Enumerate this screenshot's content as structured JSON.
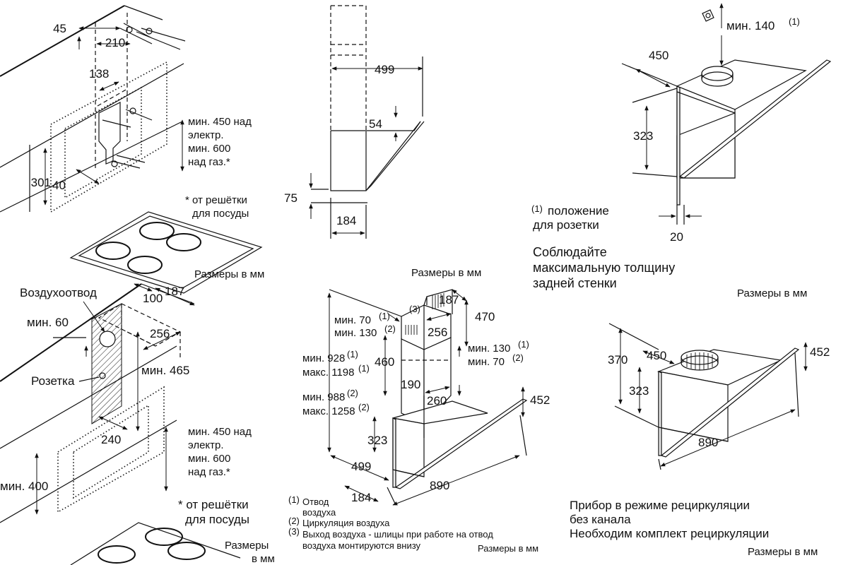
{
  "wall_install": {
    "dims": {
      "d45": "45",
      "d210": "210",
      "d138": "138",
      "d301": "301",
      "d40": "40"
    },
    "note_lines": [
      "мин. 450 над",
      "электр.",
      "мин. 600",
      "над газ.*"
    ],
    "grate_lines": [
      "* от решётки",
      "для посуды"
    ],
    "units": "Размеры в мм"
  },
  "side_view": {
    "dims": {
      "d499": "499",
      "d54": "54",
      "d75": "75",
      "d184": "184"
    },
    "units": "Размеры в мм"
  },
  "top_right": {
    "dims": {
      "d450": "450",
      "d323": "323",
      "d20": "20"
    },
    "socket_min": "мин. 140",
    "socket_sup": "(1)",
    "note_sup": "(1)",
    "note_lines": [
      "положение",
      "для розетки"
    ],
    "advice_lines": [
      "Соблюдайте",
      "максимальную толщину",
      "задней стенки"
    ],
    "units": "Размеры в мм"
  },
  "wall_outlet": {
    "labels": {
      "duct": "Воздухоотвод",
      "socket": "Розетка"
    },
    "dims": {
      "min60": "мин. 60",
      "d100": "100",
      "d187": "187",
      "d256": "256",
      "min465": "мин. 465",
      "d240": "240",
      "min400": "мин. 400"
    },
    "note_lines": [
      "мин. 450 над",
      "электр.",
      "мин. 600",
      "над газ.*"
    ],
    "grate_lines": [
      "* от решётки",
      "для посуды"
    ],
    "units_lines": [
      "Размеры",
      "в мм"
    ]
  },
  "chimney": {
    "dims": {
      "d187": "187",
      "d470": "470",
      "d256": "256",
      "d460": "460",
      "d190": "190",
      "d260": "260",
      "d452": "452",
      "d323": "323",
      "d499": "499",
      "d184": "184",
      "d890": "890"
    },
    "marker3": "(3)",
    "min70": {
      "text": "мин. 70",
      "sup": "(1)"
    },
    "min130": {
      "text": "мин. 130",
      "sup": "(2)"
    },
    "min928": {
      "text": "мин. 928",
      "sup": "(1)"
    },
    "max1198": {
      "text": "макс. 1198",
      "sup": "(1)"
    },
    "min988": {
      "text": "мин. 988",
      "sup": "(2)"
    },
    "max1258": {
      "text": "макс. 1258",
      "sup": "(2)"
    },
    "r_min130": {
      "text": "мин. 130",
      "sup": "(1)"
    },
    "r_min70": {
      "text": "мин. 70",
      "sup": "(2)"
    },
    "legend": [
      {
        "mark": "(1)",
        "lines": [
          "Отвод",
          "воздуха"
        ]
      },
      {
        "mark": "(2)",
        "lines": [
          "Циркуляция воздуха"
        ]
      },
      {
        "mark": "(3)",
        "lines": [
          "Выход воздуха - шлицы при работе на отвод",
          "воздуха монтируются внизу"
        ]
      }
    ],
    "units_header": "Размеры в мм",
    "units_footer": "Размеры в мм"
  },
  "recirc": {
    "dims": {
      "d370": "370",
      "d450": "450",
      "d323": "323",
      "d452": "452",
      "d890": "890"
    },
    "caption_lines": [
      "Прибор в режиме рециркуляции",
      "без канала",
      "Необходим комплект рециркуляции"
    ],
    "units": "Размеры в мм"
  }
}
